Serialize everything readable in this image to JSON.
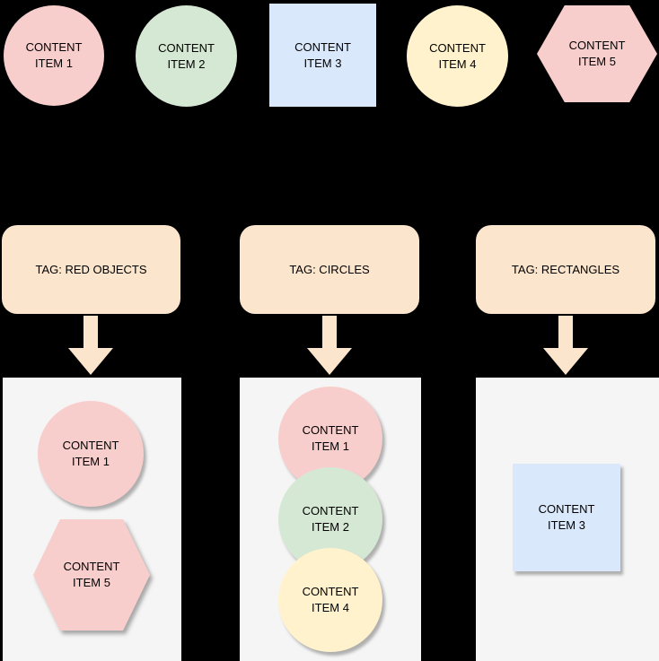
{
  "diagram": {
    "items": {
      "item1": {
        "line1": "CONTENT",
        "line2": "ITEM 1",
        "shape": "circle",
        "fill": "#f8cecc"
      },
      "item2": {
        "line1": "CONTENT",
        "line2": "ITEM 2",
        "shape": "circle",
        "fill": "#d5e8d4"
      },
      "item3": {
        "line1": "CONTENT",
        "line2": "ITEM 3",
        "shape": "square",
        "fill": "#dae8fc"
      },
      "item4": {
        "line1": "CONTENT",
        "line2": "ITEM 4",
        "shape": "circle",
        "fill": "#fff2cc"
      },
      "item5": {
        "line1": "CONTENT",
        "line2": "ITEM 5",
        "shape": "hexagon",
        "fill": "#f8cecc"
      }
    },
    "tags": {
      "red_objects": {
        "label": "TAG: RED OBJECTS"
      },
      "circles": {
        "label": "TAG: CIRCLES"
      },
      "rectangles": {
        "label": "TAG: RECTANGLES"
      }
    },
    "groups": {
      "red_objects": [
        "item1",
        "item5"
      ],
      "circles": [
        "item1",
        "item2",
        "item4"
      ],
      "rectangles": [
        "item3"
      ]
    },
    "colors": {
      "red_fill": "#f8cecc",
      "green_fill": "#d5e8d4",
      "blue_fill": "#dae8fc",
      "yellow_fill": "#fff2cc",
      "tag_fill": "#fce5cd",
      "arrow_fill": "#fce5cd",
      "panel_fill": "#f5f5f5",
      "canvas_bg": "#000000",
      "text": "#000000"
    }
  }
}
